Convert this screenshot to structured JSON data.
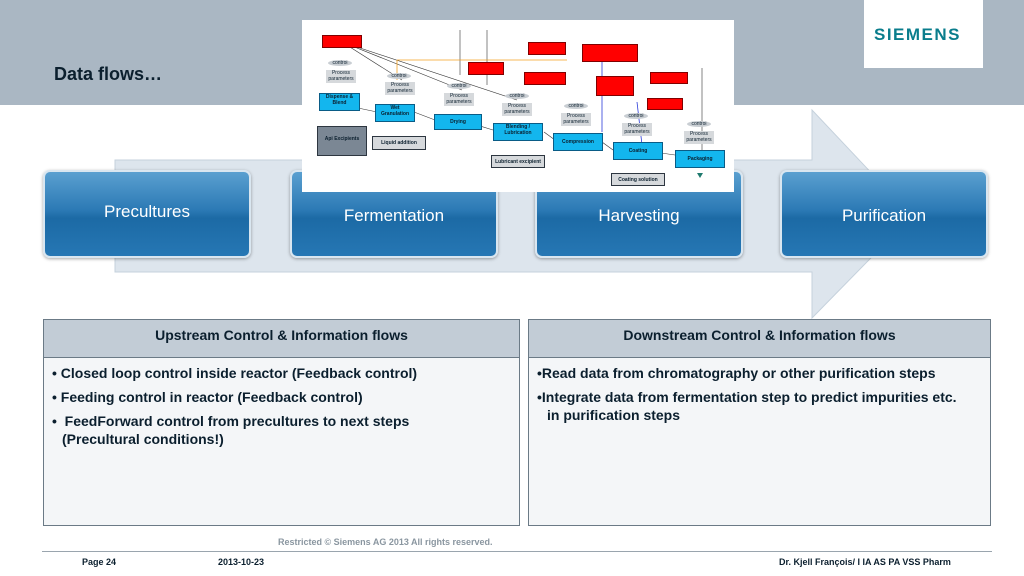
{
  "header": {
    "title": "Data flows…",
    "logo": "SIEMENS"
  },
  "stages": [
    "Precultures",
    "Fermentation",
    "Harvesting",
    "Purification"
  ],
  "diagram": {
    "process_blocks": [
      "Dispense & Blend",
      "Wet Granulation",
      "Drying",
      "Blending / Lubrication",
      "Compression",
      "Coating",
      "Packaging"
    ],
    "inputs": [
      "Api Excipients",
      "Liquid addition",
      "Lubricant excipient",
      "Coating solution"
    ],
    "control_label": "control",
    "param_label": "Process parameters"
  },
  "panels": {
    "upstream": {
      "heading": "Upstream Control & Information flows",
      "items": [
        "Closed loop control inside reactor (Feedback control)",
        "Feeding control in reactor (Feedback control)",
        " FeedForward control from precultures to next steps (Precultural conditions!)"
      ]
    },
    "downstream": {
      "heading": "Downstream Control & Information flows",
      "items": [
        "Read data from chromatography or other purification steps",
        "Integrate data from fermentation step to predict impurities etc. in purification steps"
      ]
    }
  },
  "footer": {
    "restricted": "Restricted © Siemens AG 2013 All rights reserved.",
    "page": "Page 24",
    "date": "2013-10-23",
    "author": "Dr. Kjell François/ I IA AS PA VSS Pharm"
  },
  "colors": {
    "header_band": "#aab7c3",
    "stage_blue": "#2c7ab5",
    "logo_teal": "#0a7d8c",
    "diagram_block": "#13b6ee",
    "alert_red": "#ff0000"
  }
}
